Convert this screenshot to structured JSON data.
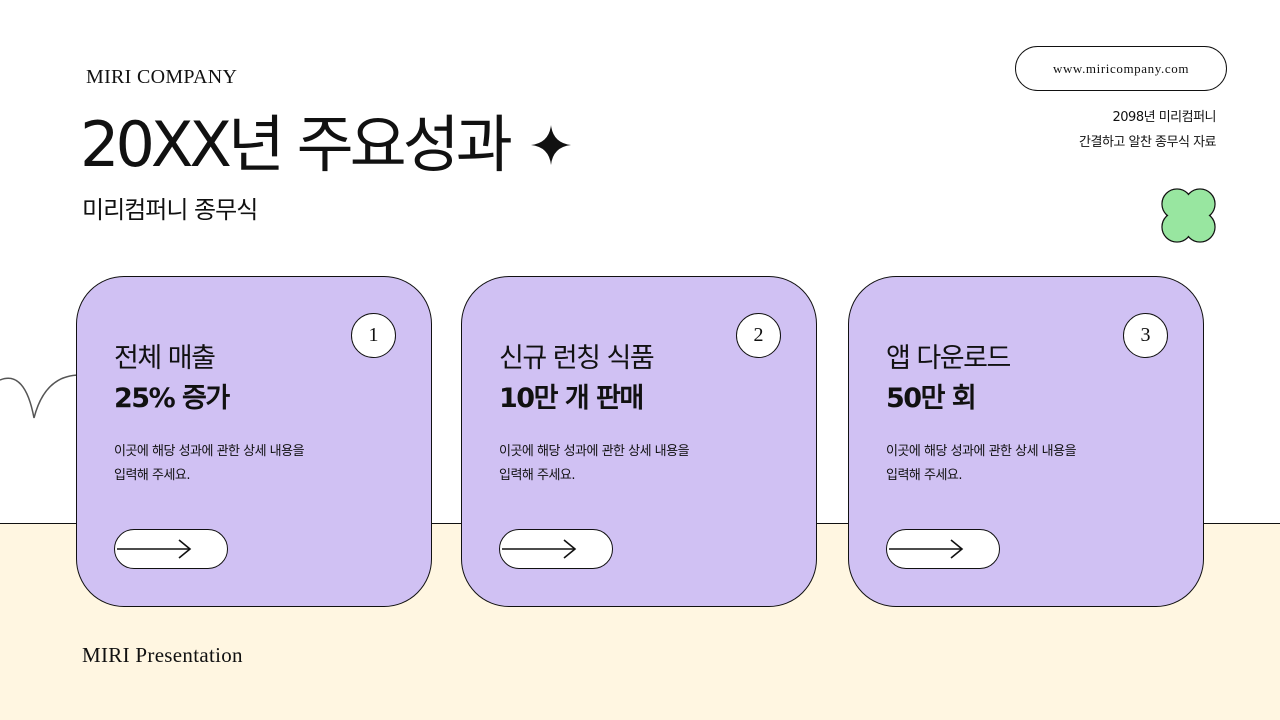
{
  "header": {
    "company": "MIRI COMPANY",
    "title": "20XX년 주요성과",
    "subtitle": "미리컴퍼니 종무식",
    "url": "www.miricompany.com",
    "meta_line1": "2098년 미리컴퍼니",
    "meta_line2": "간결하고 알찬 종무식 자료"
  },
  "cards": [
    {
      "number": "1",
      "title_line1": "전체 매출",
      "title_line2": "25% 증가",
      "description": "이곳에 해당 성과에 관한 상세 내용을\n입력해 주세요.",
      "icon": "arrow-right-icon"
    },
    {
      "number": "2",
      "title_line1": "신규 런칭 식품",
      "title_line2": "10만 개 판매",
      "description": "이곳에 해당 성과에 관한 상세 내용을\n입력해 주세요.",
      "icon": "arrow-right-icon"
    },
    {
      "number": "3",
      "title_line1": "앱 다운로드",
      "title_line2": "50만 회",
      "description": "이곳에 해당 성과에 관한 상세 내용을\n입력해 주세요.",
      "icon": "arrow-right-icon"
    }
  ],
  "footer": {
    "label": "MIRI Presentation"
  },
  "colors": {
    "card_bg": "#d0c1f3",
    "bottom_band": "#fff6e1",
    "clover": "#98e6a0",
    "ink": "#111111"
  },
  "icons": [
    "sparkle-star-icon",
    "clover-icon",
    "arrow-right-icon"
  ]
}
